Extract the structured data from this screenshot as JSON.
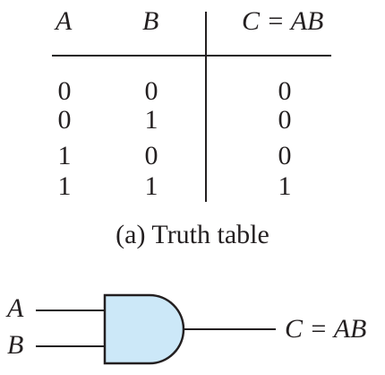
{
  "truth_table": {
    "headers": {
      "a": "A",
      "b": "B",
      "c": "C = AB"
    },
    "rows": [
      {
        "a": "0",
        "b": "0",
        "c": "0"
      },
      {
        "a": "0",
        "b": "1",
        "c": "0"
      },
      {
        "a": "1",
        "b": "0",
        "c": "0"
      },
      {
        "a": "1",
        "b": "1",
        "c": "1"
      }
    ],
    "caption": "(a) Truth table"
  },
  "gate": {
    "input_a": "A",
    "input_b": "B",
    "output": "C = AB",
    "fill_color": "#cce8f8",
    "stroke_color": "#231f20"
  }
}
